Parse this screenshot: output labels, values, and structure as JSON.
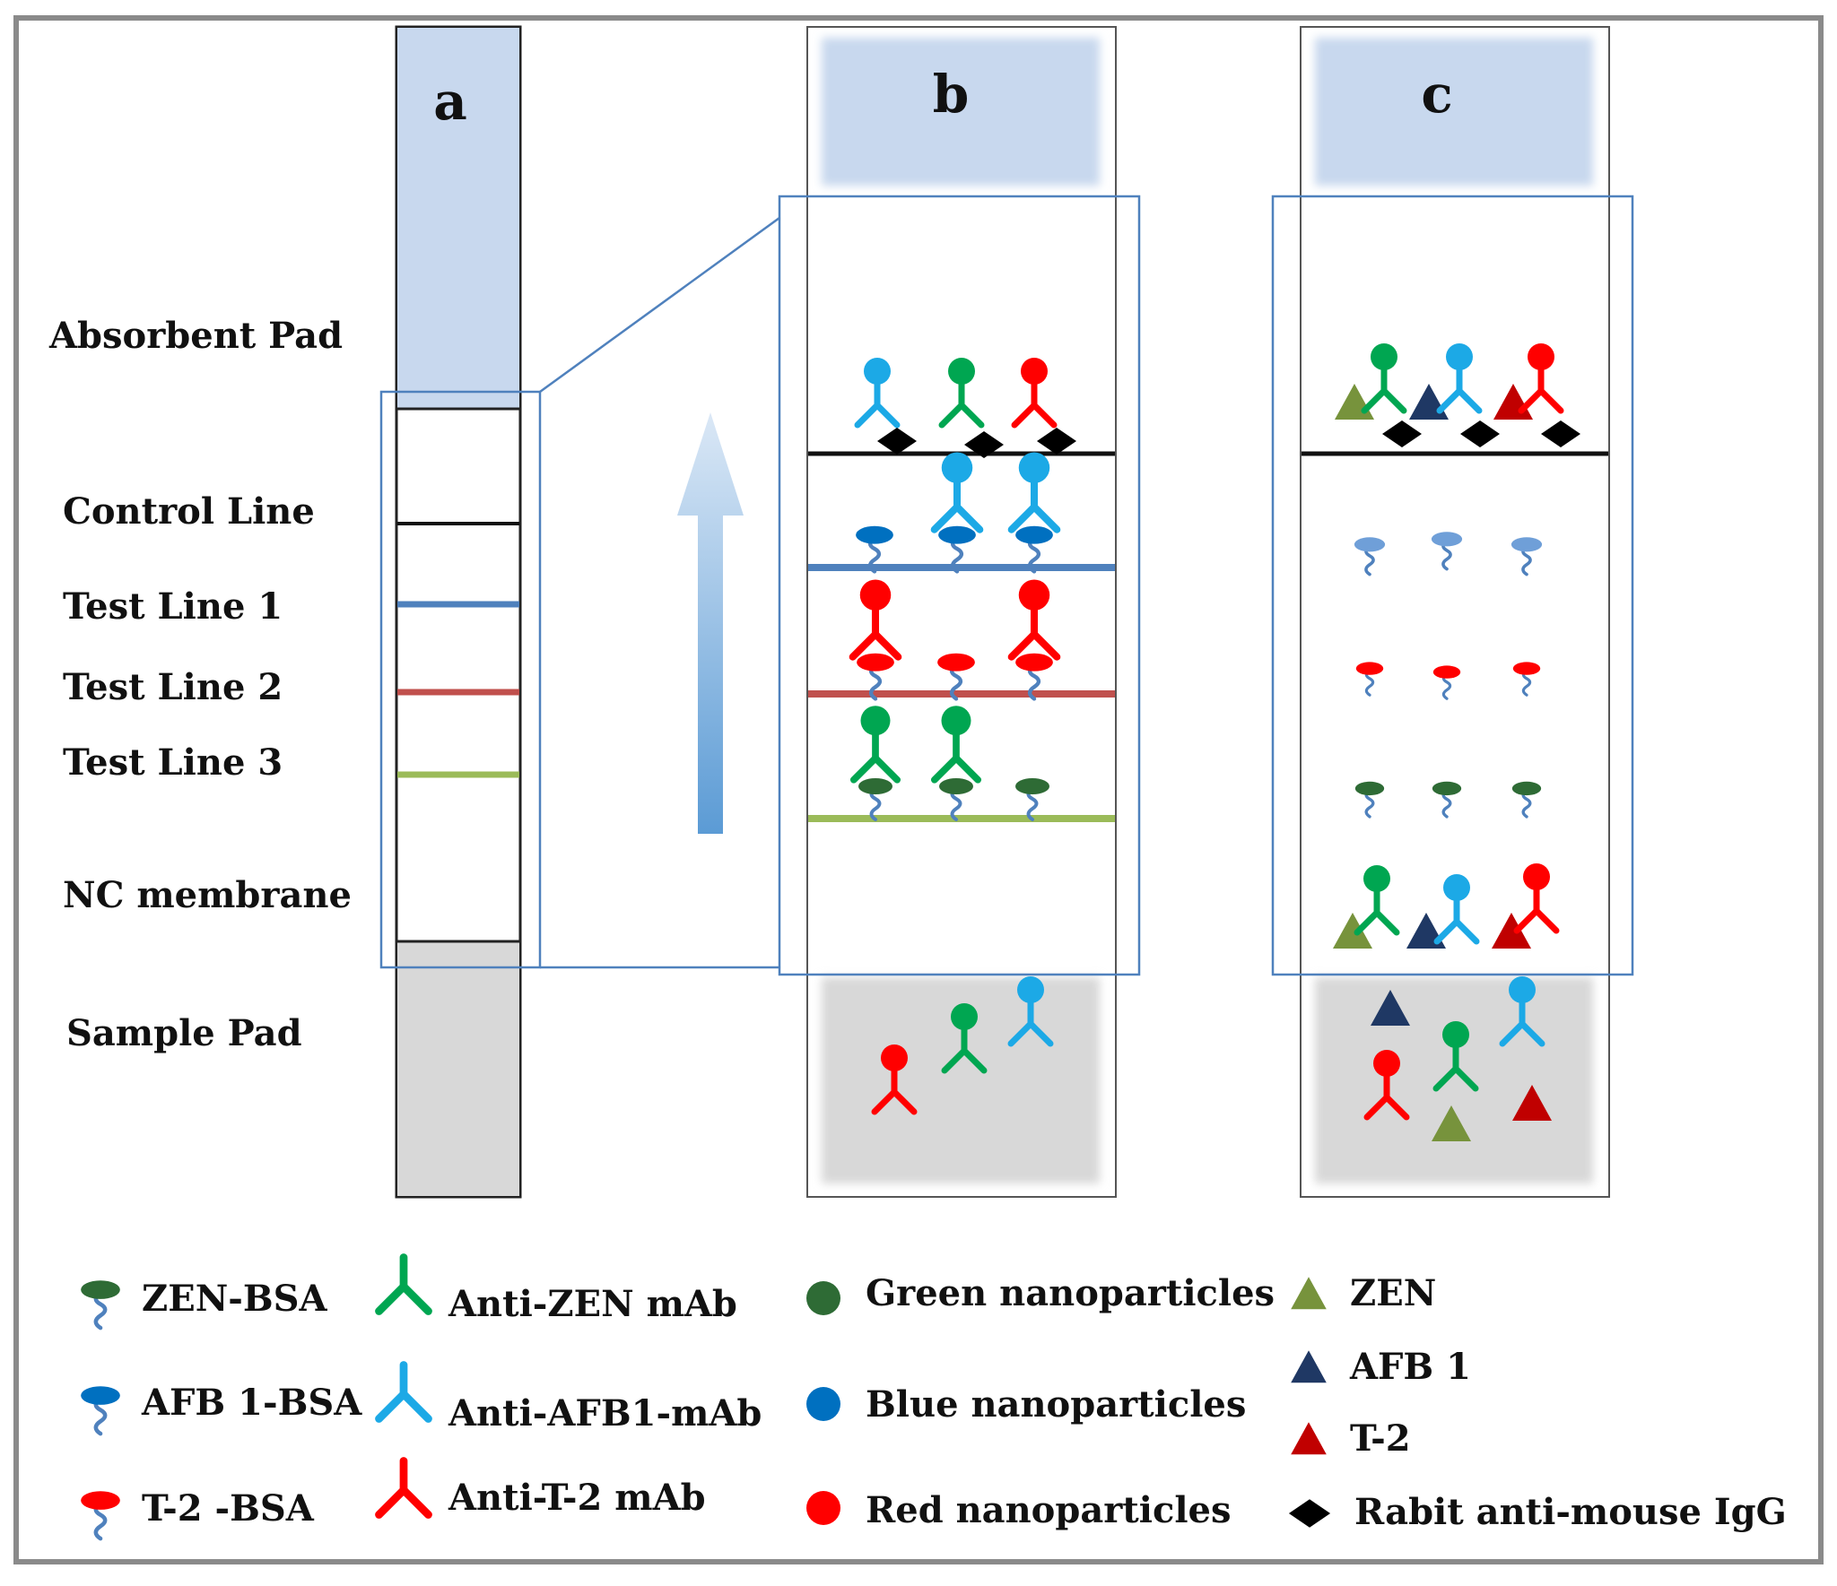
{
  "panels": {
    "a": "a",
    "b": "b",
    "c": "c"
  },
  "strip_labels": {
    "absorbent_pad": "Absorbent Pad",
    "control_line": "Control Line",
    "test_line_1": "Test Line 1",
    "test_line_2": "Test Line 2",
    "test_line_3": "Test Line 3",
    "nc_membrane": "NC membrane",
    "sample_pad": "Sample Pad"
  },
  "legend": {
    "zen_bsa": "ZEN-BSA",
    "afb1_bsa": "AFB 1-BSA",
    "t2_bsa": "T-2 -BSA",
    "anti_zen": "Anti-ZEN  mAb",
    "anti_afb1": "Anti-AFB1-mAb",
    "anti_t2": "Anti-T-2 mAb",
    "green_np": "Green nanoparticles",
    "blue_np": "Blue  nanoparticles",
    "red_np": "Red nanoparticles",
    "zen": "ZEN",
    "afb1": "AFB 1",
    "t2": "T-2",
    "igg": "Rabit anti-mouse IgG"
  },
  "colors": {
    "pad_blue": "#c8d8ee",
    "pad_gray": "#d8d8d8",
    "line_blue": "#4f81bd",
    "line_red": "#c0504d",
    "line_green": "#9bbb59",
    "zoom_frame": "#4f81bd",
    "antibody_green": "#00a651",
    "antibody_cyan": "#1ca9e6",
    "antibody_red": "#ff0000",
    "particle_green": "#2e6b35",
    "particle_blue": "#0070c0",
    "particle_red": "#ff0000",
    "tri_olive": "#77933c",
    "tri_navy": "#1f3864",
    "tri_red": "#c00000"
  }
}
